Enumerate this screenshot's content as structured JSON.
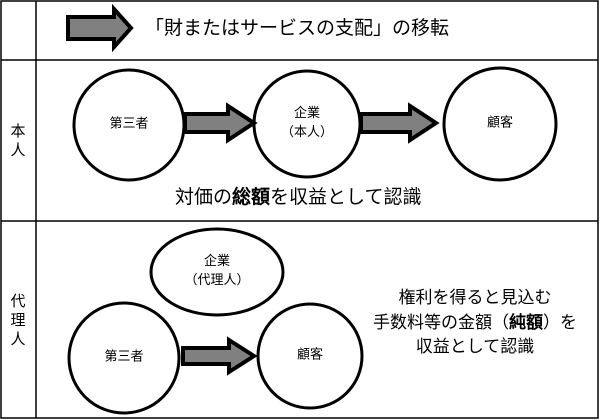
{
  "header": {
    "title": "「財またはサービスの支配」の移転"
  },
  "principal": {
    "row_label": [
      "本",
      "人"
    ],
    "nodes": {
      "third_party": "第三者",
      "company_line1": "企業",
      "company_line2": "（本人）",
      "customer": "顧客"
    },
    "caption_pre": "対価の",
    "caption_bold": "総額",
    "caption_post": "を収益として認識"
  },
  "agent": {
    "row_label": [
      "代",
      "理",
      "人"
    ],
    "nodes": {
      "company_line1": "企業",
      "company_line2": "（代理人）",
      "third_party": "第三者",
      "customer": "顧客"
    },
    "note_line1": "権利を得ると見込む",
    "note_line2_pre": "手数料等の金額（",
    "note_line2_bold": "純額",
    "note_line2_post": "）を",
    "note_line3": "収益として認識"
  }
}
